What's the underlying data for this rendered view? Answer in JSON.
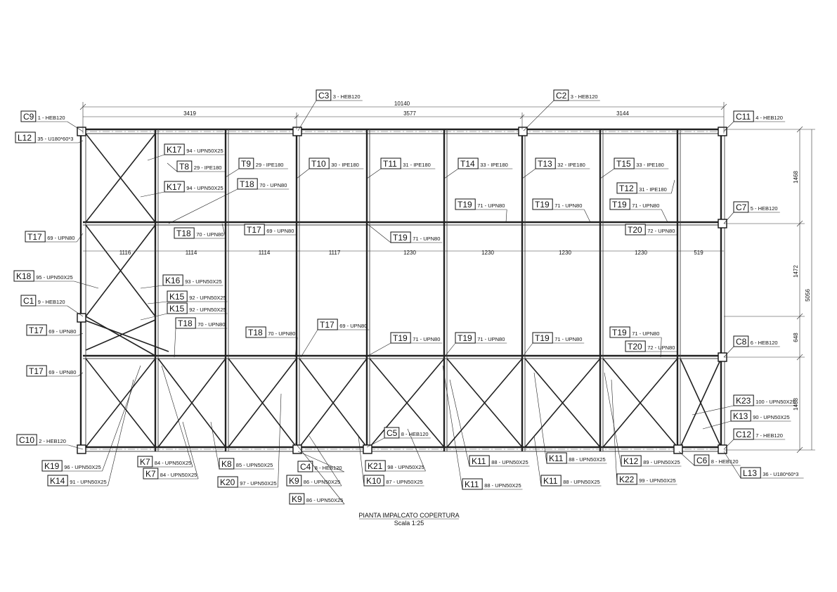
{
  "title": {
    "line1": "PIANTA IMPALCATO COPERTURA",
    "line2": "Scala 1:25"
  },
  "dimensions": {
    "overall": "10140",
    "top_segments": [
      "3419",
      "3577",
      "3144"
    ],
    "bays": [
      "1116",
      "1114",
      "1114",
      "1117",
      "1230",
      "1230",
      "1230",
      "1230",
      "519"
    ],
    "right_segments": [
      "1468",
      "1472",
      "648",
      "1468"
    ],
    "right_total": "5056"
  },
  "labels": [
    {
      "tag": "C9",
      "desc": "1 - HEB120"
    },
    {
      "tag": "L12",
      "desc": "35 - U180*60*3"
    },
    {
      "tag": "C3",
      "desc": "3 - HEB120"
    },
    {
      "tag": "C2",
      "desc": "3 - HEB120"
    },
    {
      "tag": "C11",
      "desc": "4 - HEB120"
    },
    {
      "tag": "K17",
      "desc": "94 - UPN50X25"
    },
    {
      "tag": "T8",
      "desc": "29 - IPE180"
    },
    {
      "tag": "T9",
      "desc": "29 - IPE180"
    },
    {
      "tag": "T10",
      "desc": "30 - IPE180"
    },
    {
      "tag": "T11",
      "desc": "31 - IPE180"
    },
    {
      "tag": "T14",
      "desc": "33 - IPE180"
    },
    {
      "tag": "T13",
      "desc": "32 - IPE180"
    },
    {
      "tag": "T15",
      "desc": "33 - IPE180"
    },
    {
      "tag": "K17",
      "desc": "94 - UPN50X25"
    },
    {
      "tag": "T18",
      "desc": "70 - UPN80"
    },
    {
      "tag": "T12",
      "desc": "31 - IPE180"
    },
    {
      "tag": "T19",
      "desc": "71 - UPN80"
    },
    {
      "tag": "T19",
      "desc": "71 - UPN80"
    },
    {
      "tag": "T19",
      "desc": "71 - UPN80"
    },
    {
      "tag": "C7",
      "desc": "5 - HEB120"
    },
    {
      "tag": "T18",
      "desc": "70 - UPN80"
    },
    {
      "tag": "T17",
      "desc": "69 - UPN80"
    },
    {
      "tag": "T20",
      "desc": "72 - UPN80"
    },
    {
      "tag": "T17",
      "desc": "69 - UPN80"
    },
    {
      "tag": "T19",
      "desc": "71 - UPN80"
    },
    {
      "tag": "K18",
      "desc": "95 - UPN50X25"
    },
    {
      "tag": "K16",
      "desc": "93 - UPN50X25"
    },
    {
      "tag": "K15",
      "desc": "92 - UPN50X25"
    },
    {
      "tag": "C1",
      "desc": "9 - HEB120"
    },
    {
      "tag": "K15",
      "desc": "92 - UPN50X25"
    },
    {
      "tag": "T17",
      "desc": "69 - UPN80"
    },
    {
      "tag": "T18",
      "desc": "70 - UPN80"
    },
    {
      "tag": "T18",
      "desc": "70 - UPN80"
    },
    {
      "tag": "T17",
      "desc": "69 - UPN80"
    },
    {
      "tag": "T19",
      "desc": "71 - UPN80"
    },
    {
      "tag": "T19",
      "desc": "71 - UPN80"
    },
    {
      "tag": "T19",
      "desc": "71 - UPN80"
    },
    {
      "tag": "T19",
      "desc": "71 - UPN80"
    },
    {
      "tag": "C8",
      "desc": "6 - HEB120"
    },
    {
      "tag": "T20",
      "desc": "72 - UPN80"
    },
    {
      "tag": "T17",
      "desc": "69 - UPN80"
    },
    {
      "tag": "K23",
      "desc": "100 - UPN50X25"
    },
    {
      "tag": "K13",
      "desc": "90 - UPN50X25"
    },
    {
      "tag": "C10",
      "desc": "2 - HEB120"
    },
    {
      "tag": "C5",
      "desc": "8 - HEB120"
    },
    {
      "tag": "C12",
      "desc": "7 - HEB120"
    },
    {
      "tag": "K19",
      "desc": "96 - UPN50X25"
    },
    {
      "tag": "K7",
      "desc": "84 - UPN50X25"
    },
    {
      "tag": "K8",
      "desc": "85 - UPN50X25"
    },
    {
      "tag": "C4",
      "desc": "8 - HEB120"
    },
    {
      "tag": "K21",
      "desc": "98 - UPN50X25"
    },
    {
      "tag": "K11",
      "desc": "88 - UPN50X25"
    },
    {
      "tag": "K11",
      "desc": "88 - UPN50X25"
    },
    {
      "tag": "K12",
      "desc": "89 - UPN50X25"
    },
    {
      "tag": "C6",
      "desc": "8 - HEB120"
    },
    {
      "tag": "K14",
      "desc": "91 - UPN50X25"
    },
    {
      "tag": "K7",
      "desc": "84 - UPN50X25"
    },
    {
      "tag": "K20",
      "desc": "97 - UPN50X25"
    },
    {
      "tag": "K9",
      "desc": "86 - UPN50X25"
    },
    {
      "tag": "K10",
      "desc": "87 - UPN50X25"
    },
    {
      "tag": "K11",
      "desc": "88 - UPN50X25"
    },
    {
      "tag": "K11",
      "desc": "88 - UPN50X25"
    },
    {
      "tag": "K22",
      "desc": "99 - UPN50X25"
    },
    {
      "tag": "L13",
      "desc": "36 - U180*60*3"
    },
    {
      "tag": "K9",
      "desc": "86 - UPN50X25"
    }
  ]
}
